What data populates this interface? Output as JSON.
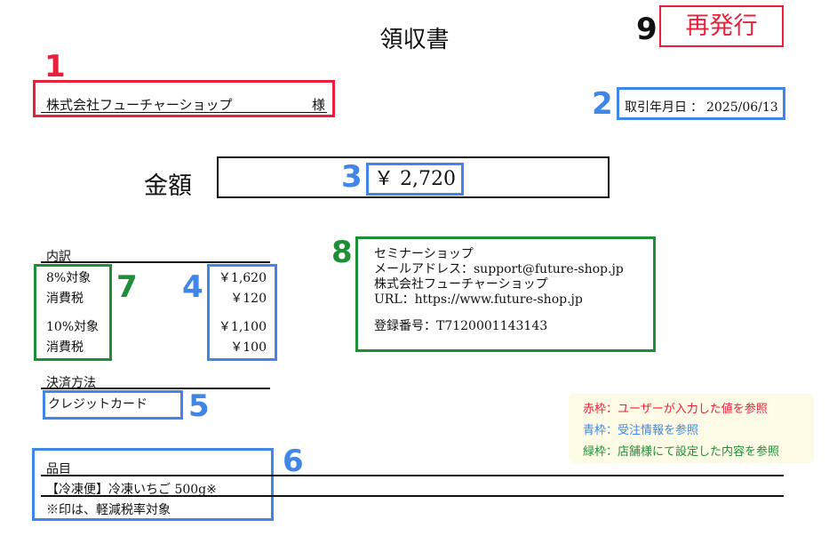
{
  "title": "領収書",
  "reissue": "再発行",
  "customer": {
    "name": "株式会社フューチャーショップ",
    "honorific": "様"
  },
  "date": {
    "label": "取引年月日",
    "value": "2025/06/13"
  },
  "amount": {
    "label": "金額",
    "value": "￥ 2,720"
  },
  "breakdown": {
    "heading": "内訳",
    "rows": [
      {
        "label": "8%対象",
        "value": "￥1,620"
      },
      {
        "label": "消費税",
        "value": "￥120"
      },
      {
        "label": "10%対象",
        "value": "￥1,100"
      },
      {
        "label": "消費税",
        "value": "￥100"
      }
    ]
  },
  "payment": {
    "heading": "決済方法",
    "method": "クレジットカード"
  },
  "items": {
    "heading": "品目",
    "item": "【冷凍便】冷凍いちご 500g※",
    "note": "※印は、軽減税率対象"
  },
  "store": {
    "name": "セミナーショップ",
    "email": "メールアドレス：support@future-shop.jp",
    "company": "株式会社フューチャーショップ",
    "url": "URL：https://www.future-shop.jp",
    "registration": "登録番号：T7120001143143"
  },
  "legend": {
    "red": "赤枠：ユーザーが入力した値を参照",
    "blue": "青枠：受注情報を参照",
    "green": "緑枠：店舗様にて設定した内容を参照"
  },
  "markers": [
    "1",
    "2",
    "3",
    "4",
    "5",
    "6",
    "7",
    "8",
    "9"
  ],
  "colors": {
    "red": "#e8203a",
    "blue": "#3f86e6",
    "green": "#1e8f36",
    "legend_bg": "#fdfbe6"
  }
}
